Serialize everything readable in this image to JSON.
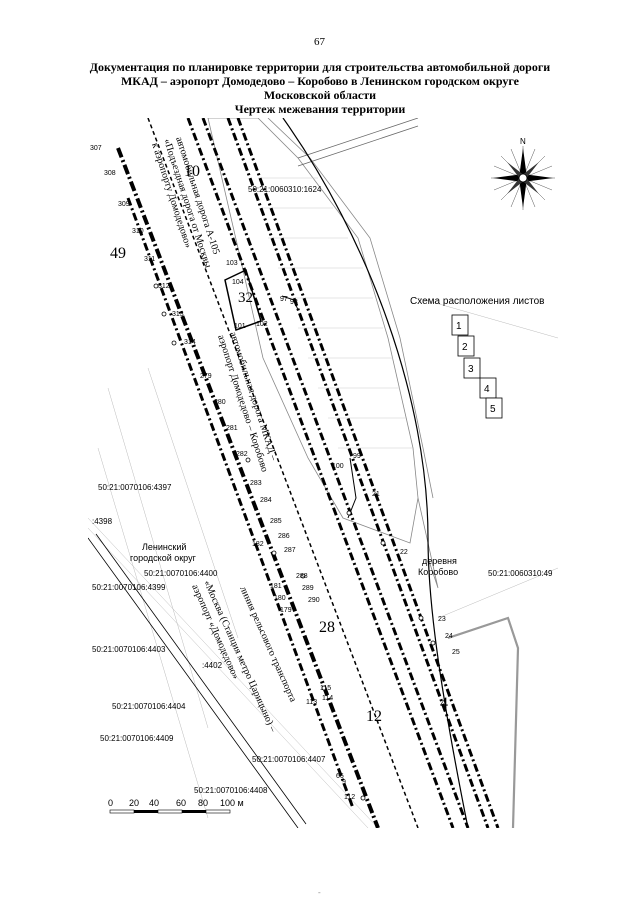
{
  "page": {
    "number": "67",
    "footer_mark": "-"
  },
  "header": {
    "line1": "Документация по планировке территории для строительства автомобильной дороги",
    "line2": "МКАД – аэропорт Домодедово – Коробово в Ленинском городском округе",
    "line3": "Московской области",
    "line4": "Чертеж межевания территории"
  },
  "sheet_scheme": {
    "title": "Схема расположения листов",
    "sheets": [
      "1",
      "2",
      "3",
      "4",
      "5"
    ]
  },
  "compass": {
    "north": "N",
    "icon": "compass-rose-icon"
  },
  "labels": {
    "road_a105_1": "автомобильная дорога А-105",
    "road_a105_2": "«Подъездная дорога от Москвы",
    "road_a105_3": "к аэропорту Домодедово»",
    "road_mkad_1": "автомобильная дорога МКАД –",
    "road_mkad_2": "аэропорт Домодедово – Коробово",
    "rail_1": "линия рельсового транспорта",
    "rail_2": "«Москва (Станция метро Царицыно) –",
    "rail_3": "аэропорт «Домодедово»",
    "district_1": "Ленинский",
    "district_2": "городской округ",
    "village_1": "деревня",
    "village_2": "Коробово"
  },
  "cadastral": [
    "50:21:0060310:1624",
    "50:21:0070106:4397",
    ":4398",
    "50:21:0070106:4400",
    "50:21:0070106:4399",
    "50:21:0070106:4403",
    ":4402",
    "50:21:0070106:4404",
    "50:21:0070106:4409",
    "50:21:0070106:4407",
    "50:21:0070106:4408",
    "50:21:0060310:49"
  ],
  "zones": [
    "10",
    "49",
    "32",
    "28",
    "12",
    "4"
  ],
  "points": [
    "307",
    "308",
    "309",
    "310",
    "311",
    "312",
    "313",
    "314",
    "279",
    "280",
    "281",
    "282",
    "283",
    "284",
    "285",
    "286",
    "287",
    "288",
    "289",
    "290",
    "182",
    "181",
    "180",
    "179",
    "103",
    "104",
    "101",
    "102",
    "97",
    "98",
    "100",
    "99",
    "21",
    "22",
    "23",
    "24",
    "25",
    "115",
    "114",
    "113",
    "66",
    "9",
    "112"
  ],
  "scale": {
    "ticks": [
      "0",
      "20",
      "40",
      "60",
      "80",
      "100 м"
    ]
  }
}
